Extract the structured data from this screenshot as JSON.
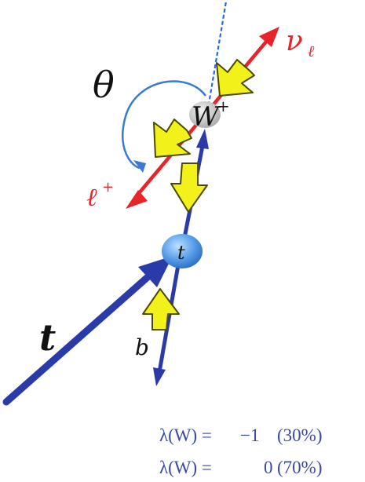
{
  "diagram": {
    "labels": {
      "theta": "θ",
      "w_boson": "W",
      "w_charge": "+",
      "neutrino": "ν",
      "neutrino_sub": "ℓ",
      "lepton": "ℓ",
      "lepton_charge": "+",
      "top_vertex": "t",
      "top_quark": "t",
      "bottom_quark": "b"
    },
    "helicity_lines": [
      {
        "lhs": "λ(W) =",
        "value": "−1",
        "fraction": "(30%)"
      },
      {
        "lhs": "λ(W) =",
        "value": "0",
        "fraction": "(70%)"
      }
    ],
    "colors": {
      "top_line": "#2a3aa8",
      "lepton_axis": "#e8232a",
      "spin_arrow_fill": "#f2f21a",
      "spin_arrow_stroke": "#4a4a00",
      "w_node": "#c8c8c8",
      "top_node": "#4a90e0",
      "angle_arc": "#3a7ad0",
      "reference_dashed": "#2a6ad8",
      "equation_text": "#3a4aa0"
    },
    "icons": {
      "angle_arc": "curved-arrow-icon",
      "spin_arrows": "block-arrow-icon"
    }
  }
}
